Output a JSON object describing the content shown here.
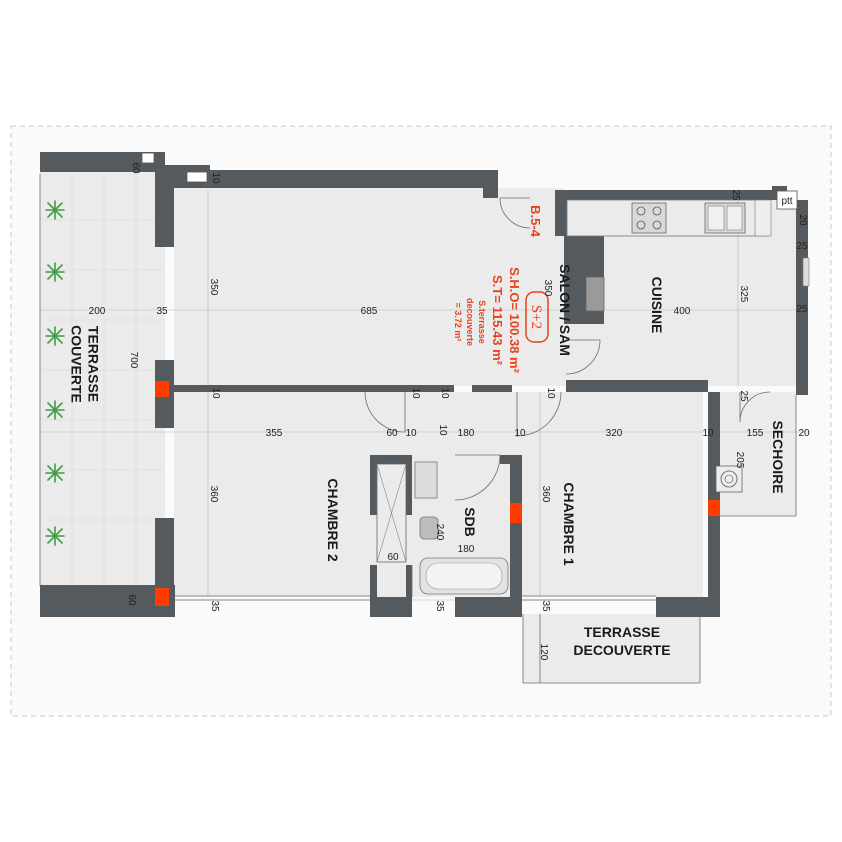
{
  "rooms": {
    "terrasse_couverte": "TERRASSE\nCOUVERTE",
    "salon_sam": "SALON / SAM",
    "cuisine": "CUISINE",
    "sechoire": "SECHOIRE",
    "chambre_1": "CHAMBRE 1",
    "chambre_2": "CHAMBRE 2",
    "sdb": "SDB",
    "terrasse_decouverte": "TERRASSE\nDECOUVERTE"
  },
  "unit": {
    "code": "B.5-4",
    "type_badge": "S+2",
    "sho": "S.H.O= 100.38 m²",
    "st": "S.T= 115.43 m²",
    "terrasse_line1": "S.terrasse",
    "terrasse_line2": "decouverte",
    "terrasse_line3": "= 3.72 m²"
  },
  "labels": {
    "ptt": "ptt"
  },
  "dimensions": {
    "d60_top": "60",
    "d10_top": "10",
    "d200": "200",
    "d35_left": "35",
    "d685": "685",
    "d350_left": "350",
    "d350_mid": "350",
    "d400": "400",
    "d325": "325",
    "d25_top": "25",
    "d25_right_a": "25",
    "d25_right_b": "25",
    "d25_sech": "25",
    "d700": "700",
    "d10_l1": "10",
    "d10_l2": "10",
    "d10_l3": "10",
    "d10_l4": "10",
    "d355": "355",
    "d60_mid": "60",
    "d10_mid_a": "10",
    "d10_mid_b": "10",
    "d180_top": "180",
    "d10_mid_c": "10",
    "d320": "320",
    "d10_right": "10",
    "d155": "155",
    "d20_right": "20",
    "d20_right_b": "20",
    "d205": "205",
    "d360_left": "360",
    "d360_right": "360",
    "d240": "240",
    "d60_sdb": "60",
    "d180_sdb": "180",
    "d60_bottom": "60",
    "d35_b1": "35",
    "d35_b2": "35",
    "d35_b3": "35",
    "d120": "120"
  },
  "colors": {
    "wall": "#555a5e",
    "floor": "#ebebeb",
    "accent": "#e8431a",
    "column": "#ff3b00"
  }
}
